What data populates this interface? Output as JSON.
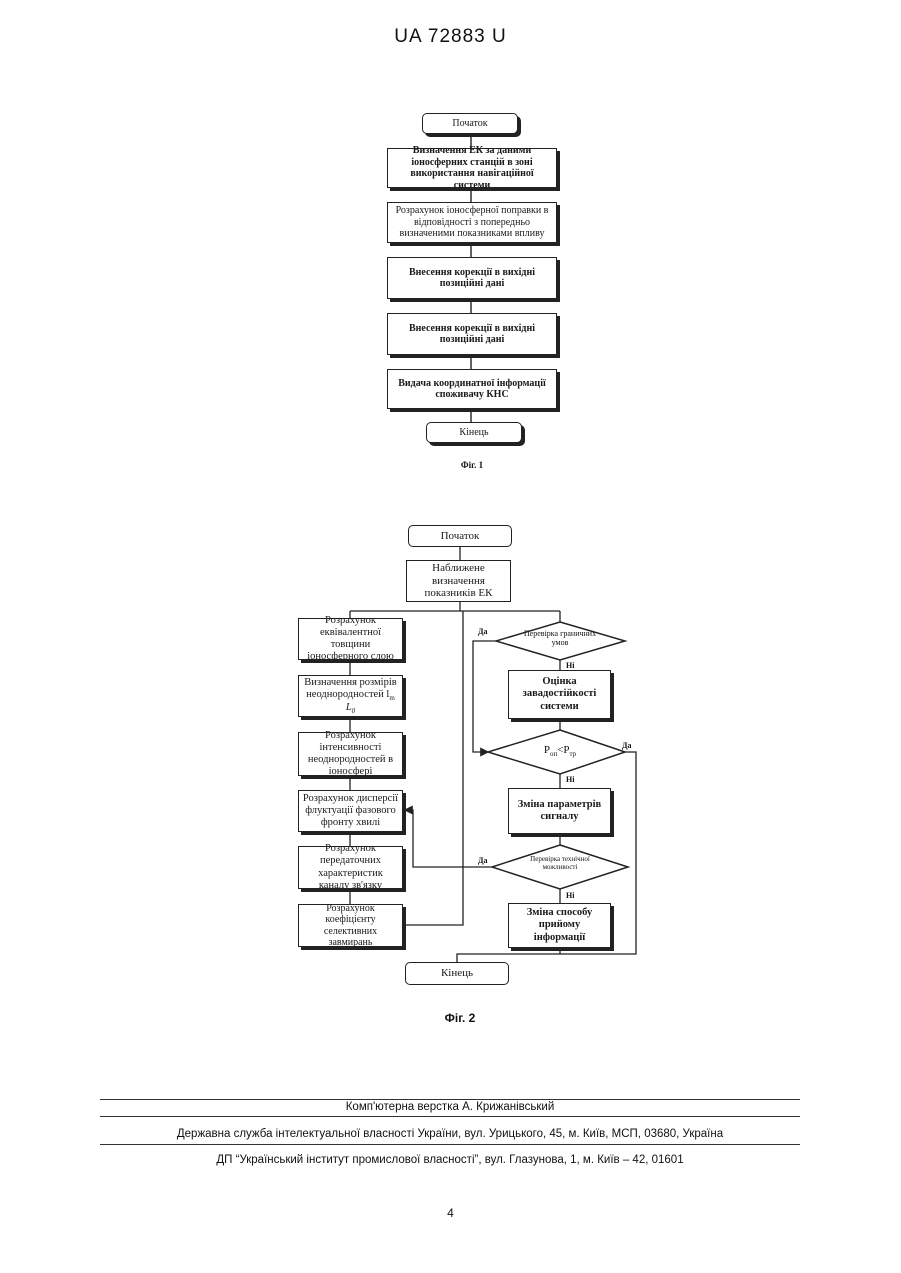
{
  "header": {
    "doc_number": "UA   72883   U"
  },
  "fig1": {
    "start": "Початок",
    "step1": "Визначення ЕК за даними іоносферних станцій в зоні використання навігаційної системи",
    "step2": "Розрахунок іоносферної поправки в відповідності з попередньо визначеними показниками впливу",
    "step3": "Внесення корекції в вихідні позиційні дані",
    "step4": "Внесення корекції в вихідні позиційні дані",
    "step5": "Видача координатної інформації споживачу КНС",
    "end": "Кінець",
    "caption": "Фіг. 1"
  },
  "fig2": {
    "start": "Початок",
    "approx": "Наближене визначення показників ЕК",
    "left1": "Розрахунок еквівалентної товщини іоносферного слою",
    "left2_line1": "Визначення розмірів",
    "left2_line2": "неоднородностей l",
    "left2_sub": "m",
    "left2_line3": "L",
    "left2_line3_sub": "0",
    "left3": "Розрахунок інтенсивності неоднородностей в іоносфері",
    "left4": "Розрахунок дисперсії флуктуації фазового фронту хвилі",
    "left5": "Розрахунок передаточних характеристик каналу зв'язку",
    "left6": "Розрахунок коефіцієнту селективних завмирань",
    "dec1": "Перевірка граничних умов",
    "assess": "Оцінка завадостійкості системи",
    "dec2_p1": "P",
    "dec2_s1": "оп",
    "dec2_mid": "<P",
    "dec2_s2": "тр",
    "change_params": "Зміна параметрів сигналу",
    "dec3": "Перевірка технічної можливості",
    "change_method": "Зміна способу прийому інформації",
    "end": "Кінець",
    "yes1": "Да",
    "no1": "Ні",
    "yes2": "Да",
    "no2": "Ні",
    "yes3": "Да",
    "no3": "Ні",
    "caption": "Фіг. 2"
  },
  "footer": {
    "layout": "Комп'ютерна верстка А. Крижанівський",
    "agency": "Державна служба інтелектуальної власності України, вул. Урицького, 45, м. Київ, МСП, 03680, Україна",
    "institute": "ДП “Український інститут промислової власності”, вул. Глазунова, 1, м. Київ – 42, 01601"
  },
  "page_number": "4"
}
